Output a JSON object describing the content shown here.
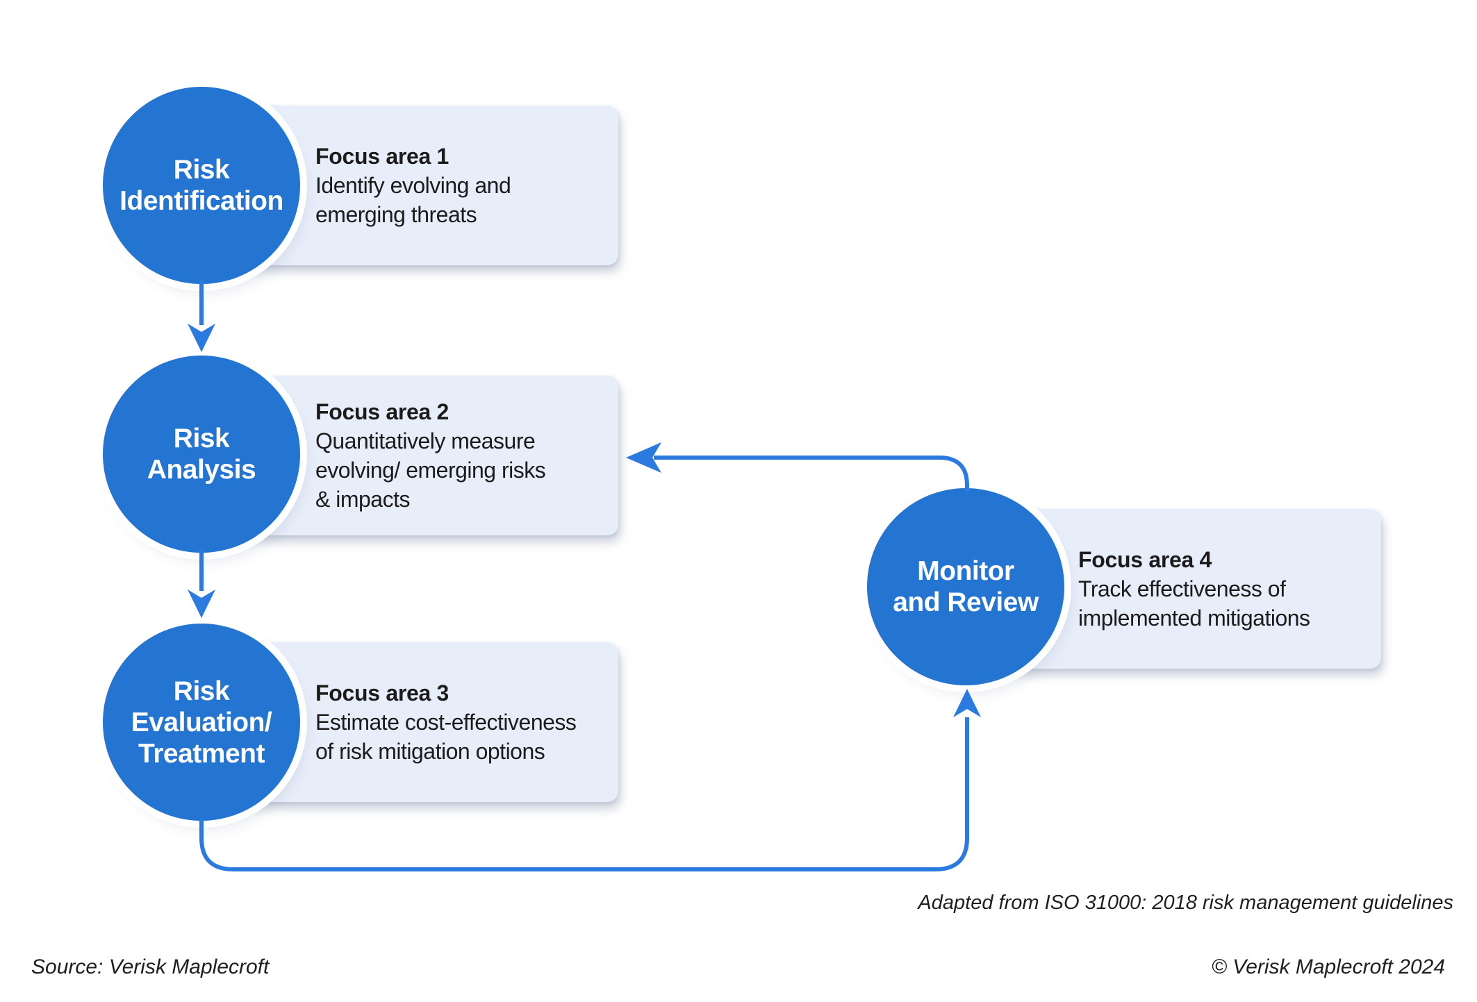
{
  "diagram": {
    "title_hint": "Risk management cycle",
    "nodes": [
      {
        "circle_lines": [
          "Risk",
          "Identification"
        ],
        "focus_title": "Focus area 1",
        "focus_lines": [
          "Identify evolving and",
          "emerging threats"
        ]
      },
      {
        "circle_lines": [
          "Risk",
          "Analysis"
        ],
        "focus_title": "Focus area 2",
        "focus_lines": [
          "Quantitatively measure",
          "evolving/ emerging risks",
          "& impacts"
        ]
      },
      {
        "circle_lines": [
          "Risk",
          "Evaluation/",
          "Treatment"
        ],
        "focus_title": "Focus area 3",
        "focus_lines": [
          "Estimate cost-effectiveness",
          "of risk mitigation options"
        ]
      },
      {
        "circle_lines": [
          "Monitor",
          "and Review"
        ],
        "focus_title": "Focus area 4",
        "focus_lines": [
          "Track effectiveness of",
          "implemented mitigations"
        ]
      }
    ],
    "note": "Adapted from ISO 31000: 2018 risk management guidelines",
    "footer": {
      "source": "Source: Verisk Maplecroft",
      "copyright": "© Verisk Maplecroft 2024"
    },
    "colors": {
      "circle_blue": "#2474d2",
      "arrow_blue": "#2b7ae0",
      "box_bg": "#e8eef9",
      "text_dark": "#1b1b1b",
      "caption_dark": "#1f1f1f",
      "background": "#ffffff"
    }
  }
}
